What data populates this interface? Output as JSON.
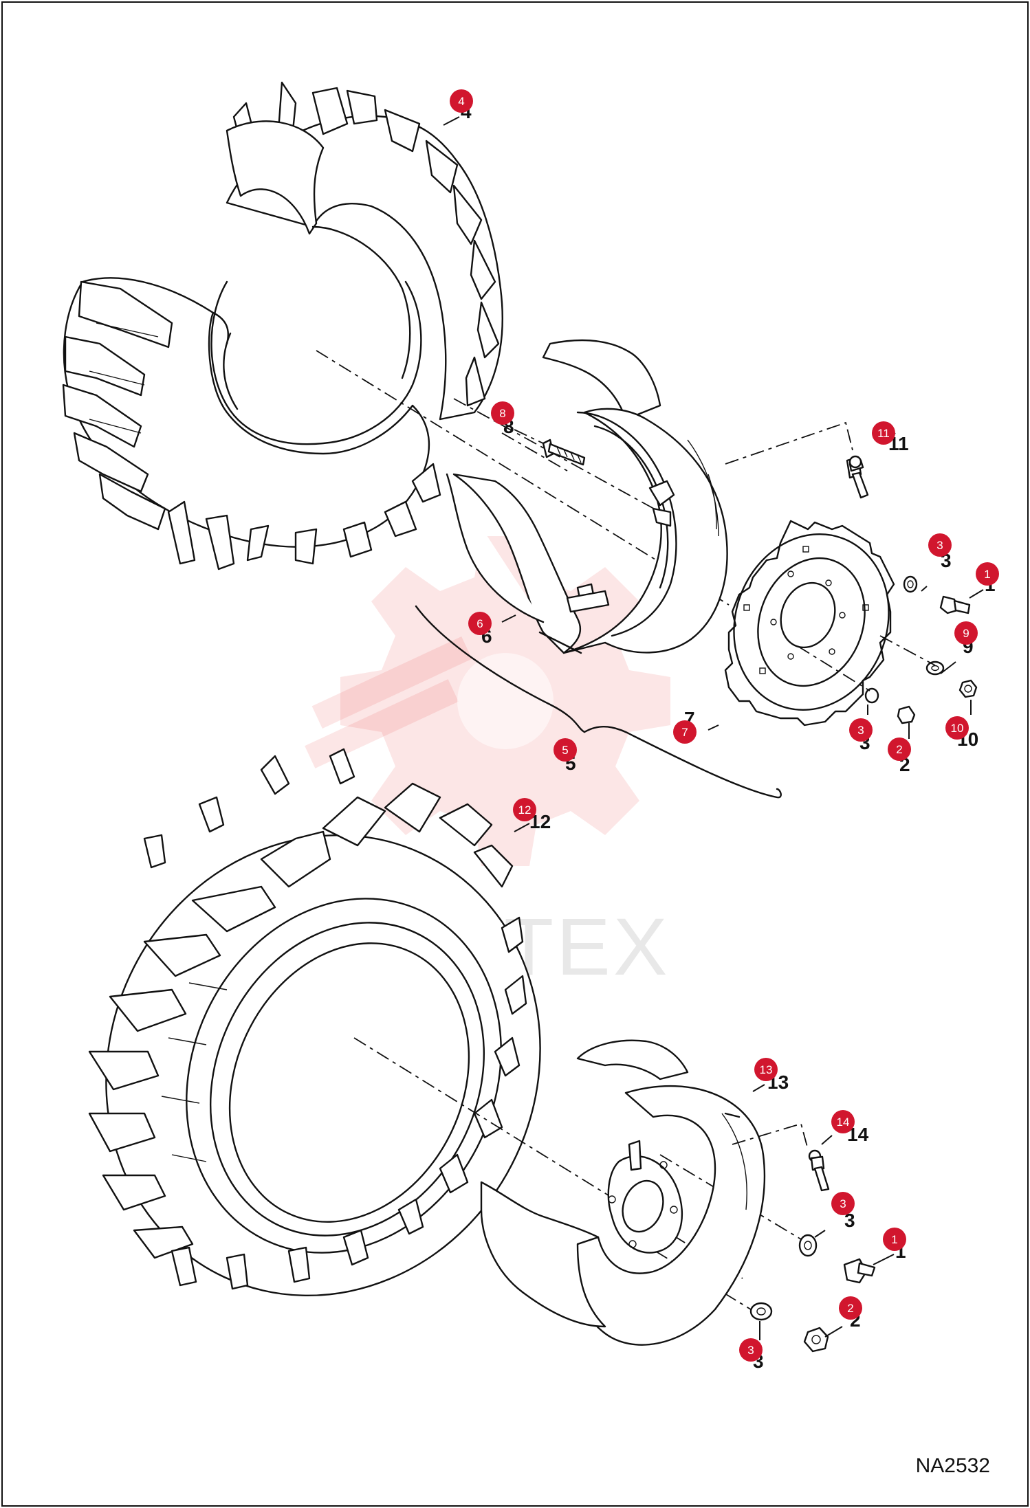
{
  "drawing_ref": "NA2532",
  "watermark_text": "ИНТЕХ",
  "accent_color": "#d1162e",
  "callouts": [
    {
      "id": "c4",
      "label": "4"
    },
    {
      "id": "c8",
      "label": "8"
    },
    {
      "id": "c11",
      "label": "11"
    },
    {
      "id": "c3a",
      "label": "3"
    },
    {
      "id": "c1a",
      "label": "1"
    },
    {
      "id": "c6",
      "label": "6"
    },
    {
      "id": "c9",
      "label": "9"
    },
    {
      "id": "c7",
      "label": "7"
    },
    {
      "id": "c3b",
      "label": "3"
    },
    {
      "id": "c2a",
      "label": "2"
    },
    {
      "id": "c10",
      "label": "10"
    },
    {
      "id": "c5",
      "label": "5"
    },
    {
      "id": "c12",
      "label": "12"
    },
    {
      "id": "c13",
      "label": "13"
    },
    {
      "id": "c14",
      "label": "14"
    },
    {
      "id": "c3c",
      "label": "3"
    },
    {
      "id": "c1b",
      "label": "1"
    },
    {
      "id": "c2b",
      "label": "2"
    },
    {
      "id": "c3d",
      "label": "3"
    }
  ]
}
